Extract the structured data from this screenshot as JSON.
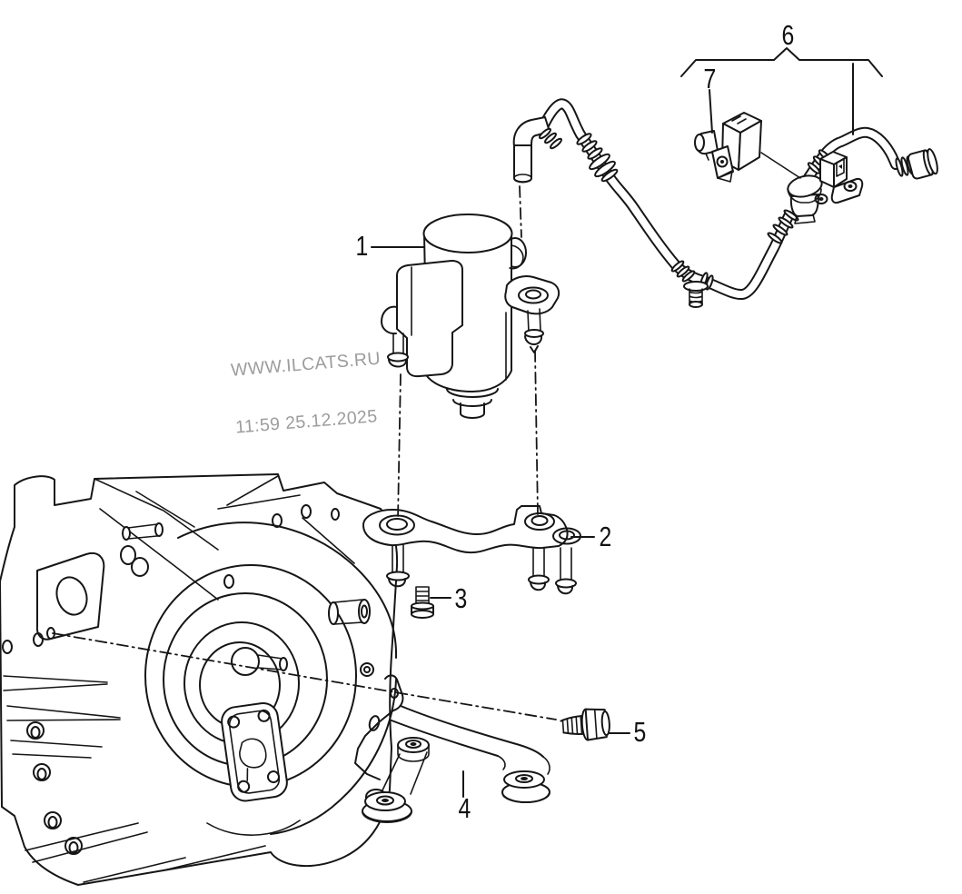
{
  "page": {
    "background": "#ffffff",
    "line_color": "#161616"
  },
  "watermark": {
    "line1": "WWW.ILCATS.RU",
    "line2": "11:59 25.12.2025",
    "color": "#9c9c9c"
  },
  "callouts": [
    {
      "label": "1"
    },
    {
      "label": "2"
    },
    {
      "label": "3"
    },
    {
      "label": "4"
    },
    {
      "label": "5"
    },
    {
      "label": "6"
    },
    {
      "label": "7"
    }
  ]
}
